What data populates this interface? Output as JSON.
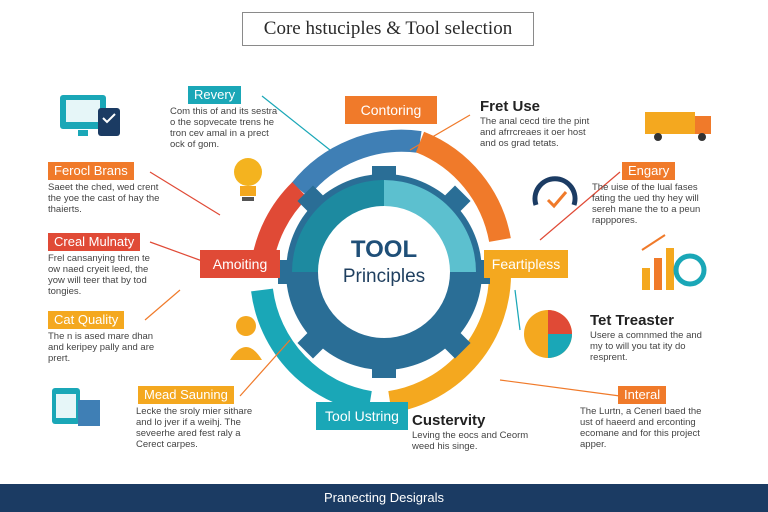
{
  "title": "Core hstuciples & Tool selection",
  "center": {
    "title": "TOOL",
    "subtitle": "Principles"
  },
  "ring_tags": {
    "top": "Contoring",
    "left": "Amoiting",
    "right": "Feartipless",
    "bottom": "Tool Ustring"
  },
  "left_items": [
    {
      "label": "Revery",
      "text": [
        "Com this of and its sestra",
        "o the sopvecate trens he",
        "tron cev amal in a prect",
        "ock of gom."
      ]
    },
    {
      "label": "Ferocl Brans",
      "text": [
        "Saeet the ched, wed crent",
        "the yoe the cast of hay the",
        "thaierts."
      ]
    },
    {
      "label": "Creal Mulnaty",
      "text": [
        "Frel cansanying thren te",
        "ow naed cryeit leed, the",
        "yow will teer that by tod",
        "tongies."
      ]
    },
    {
      "label": "Cat Quality",
      "text": [
        "The n is ased mare dhan",
        "and keripey pally and are",
        "prert."
      ]
    },
    {
      "label": "Mead Sauning",
      "text": [
        "Lecke the sroly mier sithare",
        "and lo jver if a weihj. The",
        "seveerhe ared fest raly a",
        "Cerect carpes."
      ]
    }
  ],
  "right_items": [
    {
      "heading": "Fret Use",
      "text": [
        "The anal cecd tire the pint",
        "and afrrcreaes it oer host",
        "and os grad tetats."
      ]
    },
    {
      "label": "Engary",
      "text": [
        "The uise of the lual fases",
        "fating the ued thy hey will",
        "sereh mane the to a peun",
        "rapppores."
      ]
    },
    {
      "heading": "Tet Treaster",
      "text": [
        "Usere a comnmed the and",
        "my to will you tat ity do",
        "resprent."
      ]
    },
    {
      "label": "Interal",
      "text": [
        "The Lurtn, a Cenerl baed the",
        "ust of haeerd and erconting",
        "ecomane and for this project",
        "apper."
      ]
    }
  ],
  "bottom_center": {
    "heading": "Custervity",
    "text": [
      "Leving the eocs and Ceorm",
      "weed his singe."
    ]
  },
  "footer": "Pranecting Desigrals",
  "colors": {
    "teal": "#1aa7b7",
    "orange": "#f07a2a",
    "red": "#e04a36",
    "yellow": "#f4a81f",
    "navy": "#1b3b63"
  }
}
